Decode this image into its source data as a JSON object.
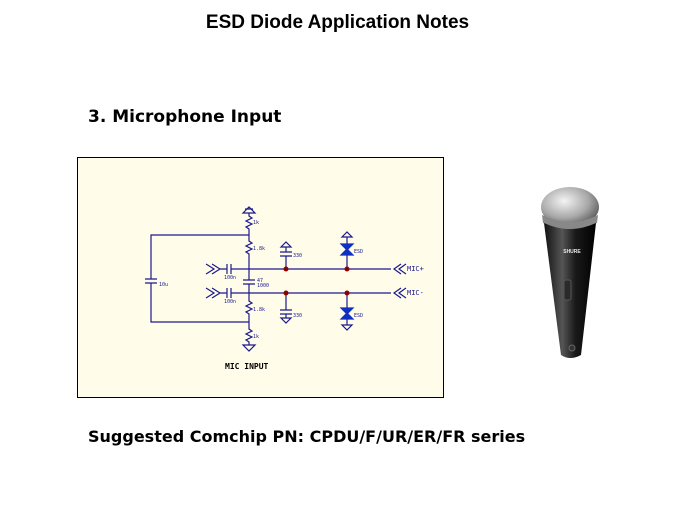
{
  "title": "ESD Diode Application Notes",
  "section": "3. Microphone Input",
  "footer": "Suggested Comchip PN: CPDU/F/UR/ER/FR series",
  "schematic": {
    "caption": "MIC INPUT",
    "labels": {
      "r1": "1k",
      "r2": "1.8k",
      "r3": "1.8k",
      "r4": "1k",
      "c_in1": "100n",
      "c_in2": "100n",
      "c_mid": "47",
      "c_mid2": "1000",
      "c_left": "10u",
      "c_top": "330",
      "c_bot": "330",
      "d_top": "ESD",
      "d_bot": "ESD",
      "mic_pos": "MIC+",
      "mic_neg": "MIC-"
    },
    "colors": {
      "wire": "#1a1a8c",
      "node": "#8b0000",
      "diode": "#1030c0"
    }
  },
  "microphone": {
    "brand": "SHURE"
  }
}
